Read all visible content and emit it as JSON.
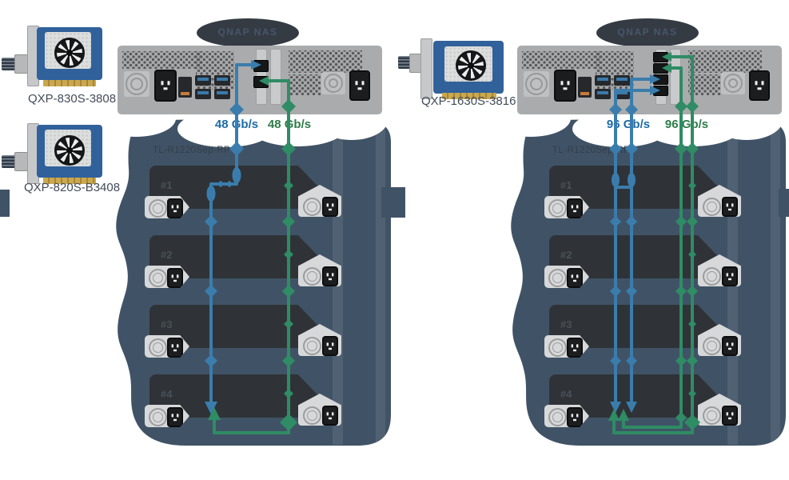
{
  "colors": {
    "cable_blue": "#3a7dad",
    "cable_green": "#2f8c64",
    "speed_blue_text": "#1d6ba6",
    "speed_green_text": "#2e7c49",
    "backdrop_slate": "#405366",
    "unit_body": "#2f3337",
    "nas_panel": "#a9abad",
    "card_pcb": "#30619b"
  },
  "left": {
    "nas_label": "QNAP NAS",
    "cards": [
      {
        "model": "QXP-830S-3808"
      },
      {
        "model": "QXP-820S-B3408"
      }
    ],
    "links": [
      {
        "speed": "48 Gb/s",
        "color": "blue"
      },
      {
        "speed": "48 Gb/s",
        "color": "green"
      }
    ],
    "jbod_model": "TL-R1220Sep-RP",
    "units": [
      "#1",
      "#2",
      "#3",
      "#4"
    ]
  },
  "right": {
    "nas_label": "QNAP NAS",
    "cards": [
      {
        "model": "QXP-1630S-3816"
      }
    ],
    "links": [
      {
        "speed": "96 Gb/s",
        "color": "blue"
      },
      {
        "speed": "96 Gb/s",
        "color": "green"
      }
    ],
    "jbod_model": "TL-R1220Sep-RP",
    "units": [
      "#1",
      "#2",
      "#3",
      "#4"
    ]
  }
}
